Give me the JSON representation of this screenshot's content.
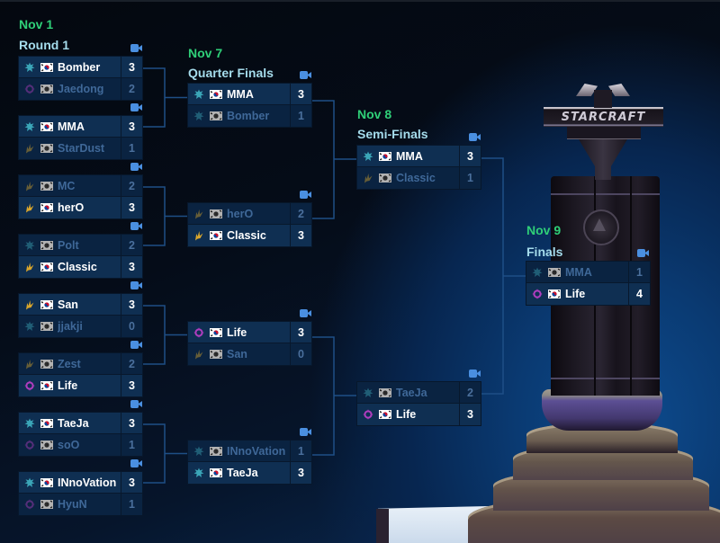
{
  "rounds": [
    {
      "date": "Nov 1",
      "title": "Round 1",
      "matches": [
        {
          "players": [
            {
              "name": "Bomber",
              "race": "terran",
              "flag": "KR",
              "score": "3",
              "winner": "true"
            },
            {
              "name": "Jaedong",
              "race": "zerg",
              "flag": "KR",
              "score": "2",
              "winner": "false"
            }
          ]
        },
        {
          "players": [
            {
              "name": "MMA",
              "race": "terran",
              "flag": "KR",
              "score": "3",
              "winner": "true"
            },
            {
              "name": "StarDust",
              "race": "protoss",
              "flag": "KR",
              "score": "1",
              "winner": "false"
            }
          ]
        },
        {
          "players": [
            {
              "name": "MC",
              "race": "protoss",
              "flag": "KR",
              "score": "2",
              "winner": "false"
            },
            {
              "name": "herO",
              "race": "protoss",
              "flag": "KR",
              "score": "3",
              "winner": "true"
            }
          ]
        },
        {
          "players": [
            {
              "name": "Polt",
              "race": "terran",
              "flag": "KR",
              "score": "2",
              "winner": "false"
            },
            {
              "name": "Classic",
              "race": "protoss",
              "flag": "KR",
              "score": "3",
              "winner": "true"
            }
          ]
        },
        {
          "players": [
            {
              "name": "San",
              "race": "protoss",
              "flag": "KR",
              "score": "3",
              "winner": "true"
            },
            {
              "name": "jjakji",
              "race": "terran",
              "flag": "KR",
              "score": "0",
              "winner": "false"
            }
          ]
        },
        {
          "players": [
            {
              "name": "Zest",
              "race": "protoss",
              "flag": "KR",
              "score": "2",
              "winner": "false"
            },
            {
              "name": "Life",
              "race": "zerg",
              "flag": "KR",
              "score": "3",
              "winner": "true"
            }
          ]
        },
        {
          "players": [
            {
              "name": "TaeJa",
              "race": "terran",
              "flag": "KR",
              "score": "3",
              "winner": "true"
            },
            {
              "name": "soO",
              "race": "zerg",
              "flag": "KR",
              "score": "1",
              "winner": "false"
            }
          ]
        },
        {
          "players": [
            {
              "name": "INnoVation",
              "race": "terran",
              "flag": "KR",
              "score": "3",
              "winner": "true"
            },
            {
              "name": "HyuN",
              "race": "zerg",
              "flag": "KR",
              "score": "1",
              "winner": "false"
            }
          ]
        }
      ]
    },
    {
      "date": "Nov 7",
      "title": "Quarter Finals",
      "matches": [
        {
          "players": [
            {
              "name": "MMA",
              "race": "terran",
              "flag": "KR",
              "score": "3",
              "winner": "true"
            },
            {
              "name": "Bomber",
              "race": "terran",
              "flag": "KR",
              "score": "1",
              "winner": "false"
            }
          ]
        },
        {
          "players": [
            {
              "name": "herO",
              "race": "protoss",
              "flag": "KR",
              "score": "2",
              "winner": "false"
            },
            {
              "name": "Classic",
              "race": "protoss",
              "flag": "KR",
              "score": "3",
              "winner": "true"
            }
          ]
        },
        {
          "players": [
            {
              "name": "Life",
              "race": "zerg",
              "flag": "KR",
              "score": "3",
              "winner": "true"
            },
            {
              "name": "San",
              "race": "protoss",
              "flag": "KR",
              "score": "0",
              "winner": "false"
            }
          ]
        },
        {
          "players": [
            {
              "name": "INnoVation",
              "race": "terran",
              "flag": "KR",
              "score": "1",
              "winner": "false"
            },
            {
              "name": "TaeJa",
              "race": "terran",
              "flag": "KR",
              "score": "3",
              "winner": "true"
            }
          ]
        }
      ]
    },
    {
      "date": "Nov 8",
      "title": "Semi-Finals",
      "matches": [
        {
          "players": [
            {
              "name": "MMA",
              "race": "terran",
              "flag": "KR",
              "score": "3",
              "winner": "true"
            },
            {
              "name": "Classic",
              "race": "protoss",
              "flag": "KR",
              "score": "1",
              "winner": "false"
            }
          ]
        },
        {
          "players": [
            {
              "name": "TaeJa",
              "race": "terran",
              "flag": "KR",
              "score": "2",
              "winner": "false"
            },
            {
              "name": "Life",
              "race": "zerg",
              "flag": "KR",
              "score": "3",
              "winner": "true"
            }
          ]
        }
      ]
    },
    {
      "date": "Nov 9",
      "title": "Finals",
      "matches": [
        {
          "players": [
            {
              "name": "MMA",
              "race": "terran",
              "flag": "KR",
              "score": "1",
              "winner": "false"
            },
            {
              "name": "Life",
              "race": "zerg",
              "flag": "KR",
              "score": "4",
              "winner": "true"
            }
          ]
        }
      ]
    }
  ],
  "icons": {
    "match_video": "video-camera-icon",
    "race_terran": "terran-icon",
    "race_protoss": "protoss-icon",
    "race_zerg": "zerg-icon",
    "flag": "korea-flag-icon"
  },
  "colors": {
    "date": "#2fcf78",
    "round_title": "#a5dcec",
    "winner_row": "#0f2f52",
    "loser_row": "#0a2341",
    "loser_text": "#3f6898",
    "connector": "#1e4f86",
    "camera": "#4a8fe0",
    "terran": "#3ba6b8",
    "protoss": "#d9a62c",
    "zerg": "#b03dbf"
  },
  "trophy": {
    "logo_text": "STARCRAFT"
  }
}
